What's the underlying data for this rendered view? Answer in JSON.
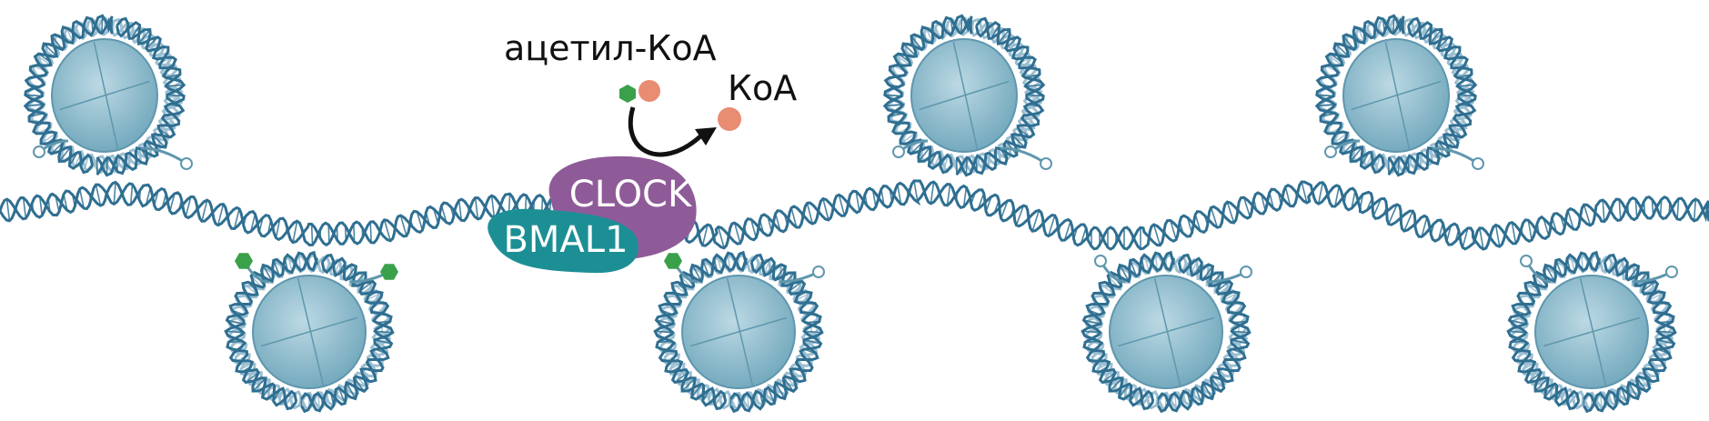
{
  "labels": {
    "acetyl_coa": "ацетил-КоА",
    "coa": "КоА",
    "clock": "CLOCK",
    "bmal1": "BMAL1"
  },
  "colors": {
    "dna": "#2f6f91",
    "dna_dark": "#1f5572",
    "dna_light": "#9cbfd2",
    "histone": "#7fb3c6",
    "histone_dark": "#5f97ad",
    "clock": "#8e5b98",
    "bmal1": "#1c8f95",
    "acetyl": "#3aa14a",
    "coa": "#e88c72",
    "arrow": "#111111"
  },
  "icons": {
    "nucleosome": "nucleosome-icon",
    "acetyl_mark": "acetyl-hexagon-icon",
    "tail_end": "histone-tail-end-icon"
  }
}
